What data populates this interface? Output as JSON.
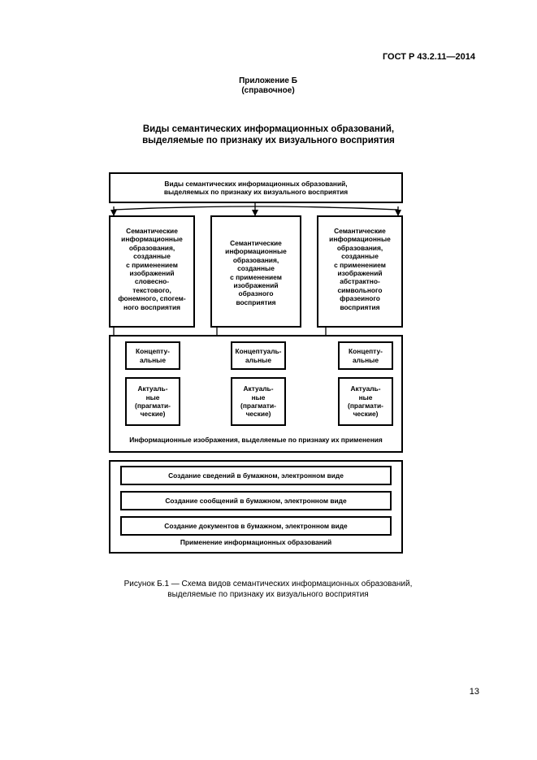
{
  "header": {
    "doc_code": "ГОСТ Р 43.2.11—2014"
  },
  "appendix": {
    "title": "Приложение Б",
    "subtitle": "(справочное)"
  },
  "heading": {
    "line1": "Виды семантических информационных образований,",
    "line2": "выделяемые по признаку их визуального восприятия"
  },
  "diagram": {
    "top_box": {
      "line1": "Виды семантических информационных образований,",
      "line2": "выделяемых по признаку их визуального восприятия"
    },
    "columns": [
      {
        "lines": [
          "Семантические",
          "информационные",
          "образования,",
          "созданные",
          "с применением",
          "изображений",
          "словесно-",
          "текстового,",
          "фонемного, спогем-",
          "ного восприятия"
        ],
        "concept": [
          "Концепту-",
          "альные"
        ],
        "actual": [
          "Актуаль-",
          "ные",
          "(прагмати-",
          "ческие)"
        ]
      },
      {
        "lines": [
          "Семантические",
          "информационные",
          "образования,",
          "созданные",
          "с применением",
          "изображений",
          "образного",
          "восприятия"
        ],
        "concept": [
          "Концептуаль-",
          "альные"
        ],
        "actual": [
          "Актуаль-",
          "ные",
          "(прагмати-",
          "ческие)"
        ]
      },
      {
        "lines": [
          "Семантические",
          "информационные",
          "образования,",
          "созданные",
          "с применением",
          "изображений",
          "абстрактно-",
          "символьного",
          "фразеиного",
          "восприятия"
        ],
        "concept": [
          "Концепту-",
          "альные"
        ],
        "actual": [
          "Актуаль-",
          "ные",
          "(прагмати-",
          "ческие)"
        ]
      }
    ],
    "middle_label": "Информационные изображения, выделяемые по признаку их применения",
    "bottom_items": [
      "Создание сведений в бумажном, электронном виде",
      "Создание сообщений в бумажном, электронном виде",
      "Создание документов в бумажном, электронном виде"
    ],
    "bottom_label": "Применение информационных образований"
  },
  "caption": {
    "line1": "Рисунок Б.1 — Схема видов семантических информационных образований,",
    "line2": "выделяемые по признаку их визуального восприятия"
  },
  "page_number": "13"
}
